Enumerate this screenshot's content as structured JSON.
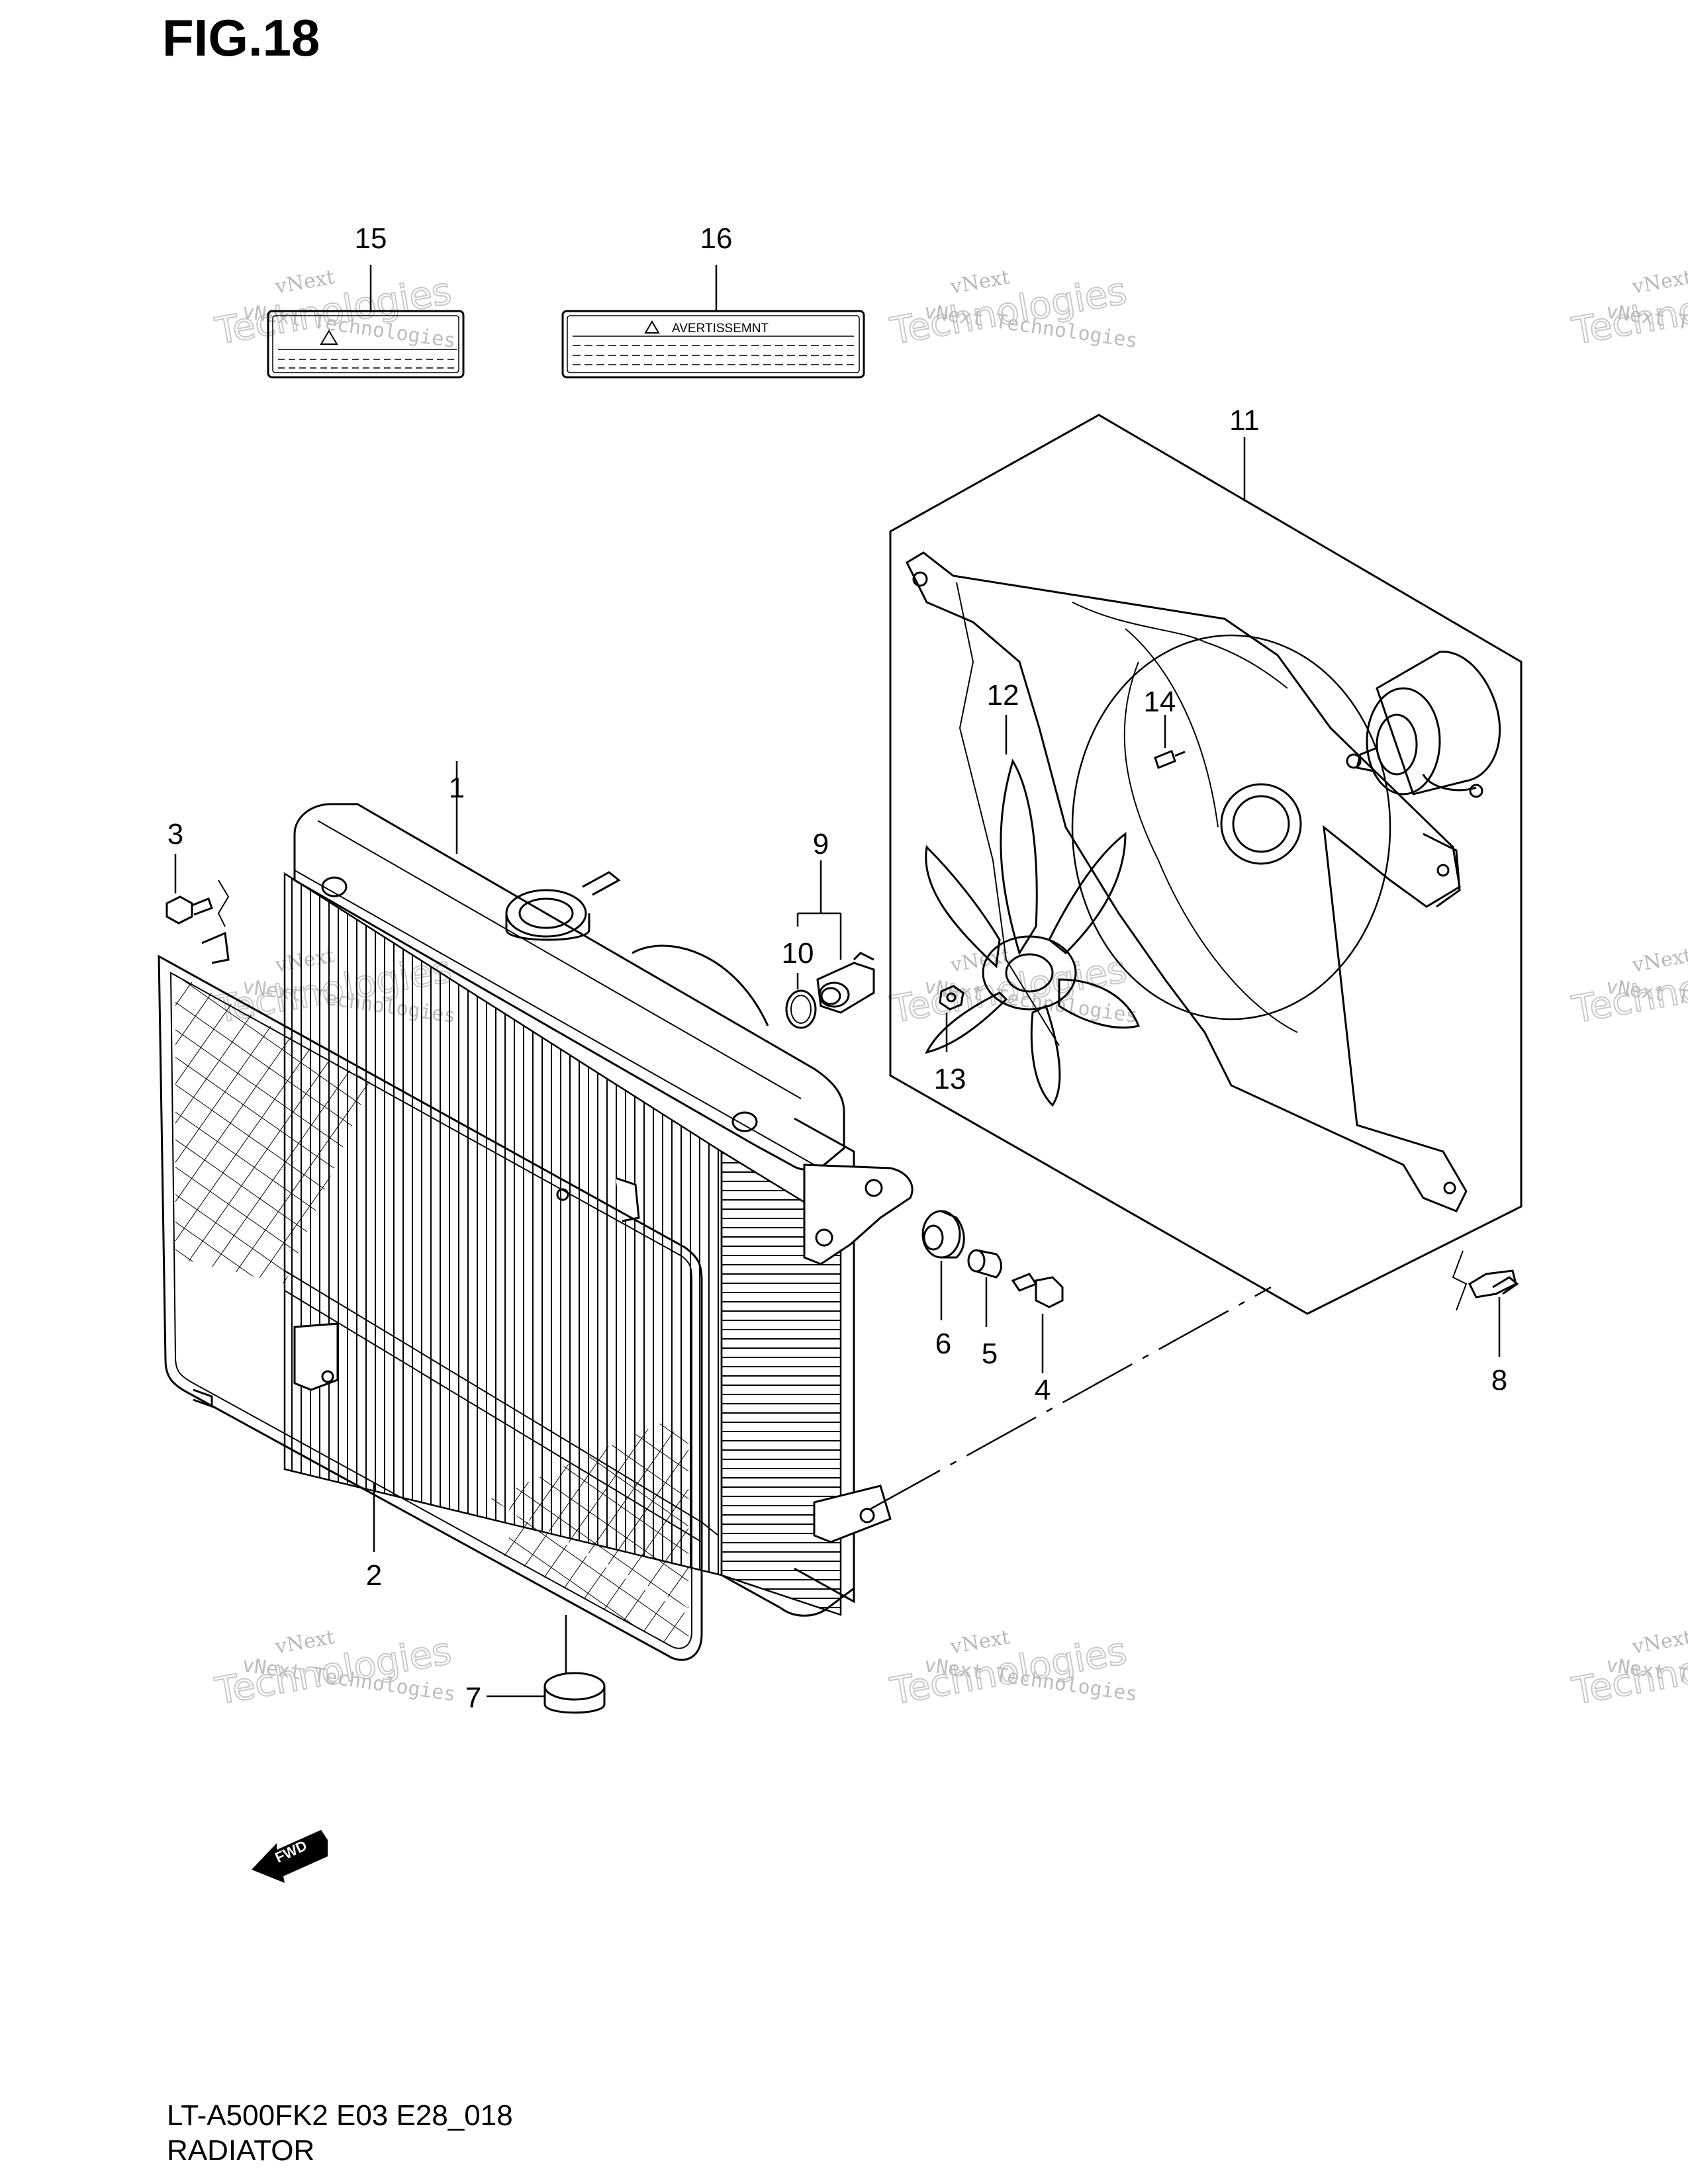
{
  "figure": {
    "title": "FIG.18",
    "model_code": "LT-A500FK2 E03 E28_018",
    "section_name": "RADIATOR"
  },
  "callouts": [
    "1",
    "2",
    "3",
    "4",
    "5",
    "6",
    "7",
    "8",
    "9",
    "10",
    "11",
    "12",
    "13",
    "14",
    "15",
    "16"
  ],
  "labels": {
    "warning_label_16_text": "AVERTISSEMNT"
  },
  "fwd_arrow_text": "FWD",
  "watermark": {
    "line1": "vNext",
    "line2": "Technologies",
    "line3": "vNext Technologies"
  },
  "colors": {
    "line": "#000000",
    "background": "#ffffff",
    "watermark": "#bdbdbd"
  }
}
